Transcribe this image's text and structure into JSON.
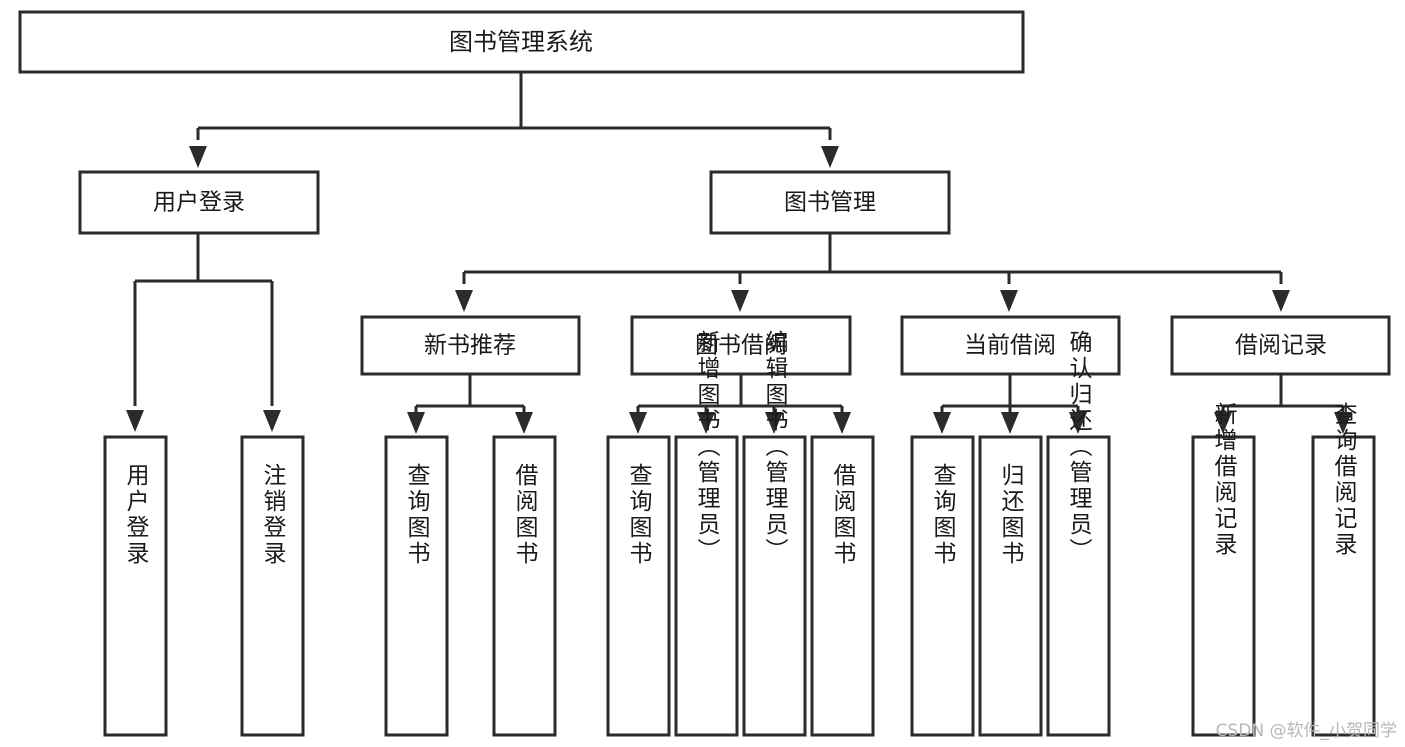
{
  "diagram": {
    "type": "tree-hierarchy",
    "title": "图书管理系统",
    "root": {
      "id": "root",
      "label": "图书管理系统"
    },
    "level1": [
      {
        "id": "user-login",
        "label": "用户登录"
      },
      {
        "id": "book-management",
        "label": "图书管理"
      }
    ],
    "level2": [
      {
        "id": "new-book-recommend",
        "label": "新书推荐",
        "parent": "book-management"
      },
      {
        "id": "book-borrow",
        "label": "图书借阅",
        "parent": "book-management"
      },
      {
        "id": "current-borrow",
        "label": "当前借阅",
        "parent": "book-management"
      },
      {
        "id": "borrow-record",
        "label": "借阅记录",
        "parent": "book-management"
      }
    ],
    "leaves": [
      {
        "id": "leaf-user-login",
        "label": "用户登录",
        "parent": "user-login"
      },
      {
        "id": "leaf-logout-login",
        "label": "注销登录",
        "parent": "user-login"
      },
      {
        "id": "leaf-query-book-1",
        "label": "查询图书",
        "parent": "new-book-recommend"
      },
      {
        "id": "leaf-borrow-book-1",
        "label": "借阅图书",
        "parent": "new-book-recommend"
      },
      {
        "id": "leaf-query-book-2",
        "label": "查询图书",
        "parent": "book-borrow"
      },
      {
        "id": "leaf-add-book",
        "label": "新增图书（管理员）",
        "parent": "book-borrow"
      },
      {
        "id": "leaf-edit-book",
        "label": "编辑图书（管理员）",
        "parent": "book-borrow"
      },
      {
        "id": "leaf-borrow-book-2",
        "label": "借阅图书",
        "parent": "book-borrow"
      },
      {
        "id": "leaf-query-book-3",
        "label": "查询图书",
        "parent": "current-borrow"
      },
      {
        "id": "leaf-return-book",
        "label": "归还图书",
        "parent": "current-borrow"
      },
      {
        "id": "leaf-confirm-return",
        "label": "确认归还（管理员）",
        "parent": "current-borrow"
      },
      {
        "id": "leaf-add-record",
        "label": "新增借阅记录",
        "parent": "borrow-record"
      },
      {
        "id": "leaf-query-record",
        "label": "查询借阅记录",
        "parent": "borrow-record"
      }
    ],
    "colors": {
      "stroke": "#2b2b2b",
      "fill": "#ffffff",
      "text": "#1a1a1a",
      "background": "#ffffff",
      "watermark": "#b8b8b8"
    }
  },
  "watermark": {
    "text": "CSDN @软件_小贺同学"
  }
}
